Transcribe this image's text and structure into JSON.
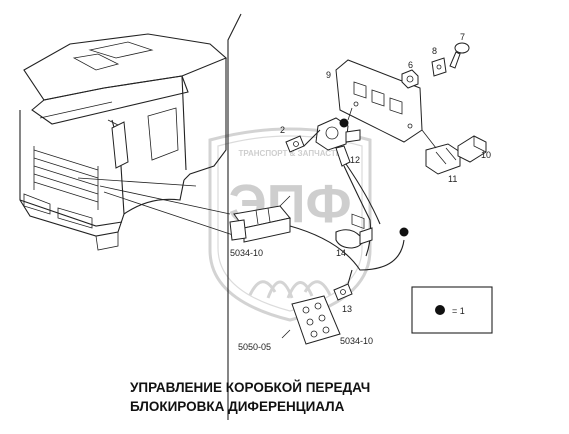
{
  "title": {
    "line1": "УПРАВЛЕНИЕ КОРОБКОЙ ПЕРЕДАЧ",
    "line2": "БЛОКИРОВКА ДИФЕРЕНЦИАЛА"
  },
  "callouts": {
    "c2": "2",
    "c6": "6",
    "c7": "7",
    "c8": "8",
    "c9": "9",
    "c10": "10",
    "c11": "11",
    "c12": "12",
    "c13": "13",
    "c14": "14",
    "ref_5034_a": "5034-10",
    "ref_5034_b": "5034-10",
    "ref_5050": "5050-05"
  },
  "legend": {
    "equals": "= 1"
  },
  "watermark": {
    "top_text": "ТРАНСПОРТ & ЗАПЧАСТИ",
    "logo": "ЭПФ"
  },
  "colors": {
    "line": "#222222",
    "watermark": "#c9c9c9",
    "background": "#ffffff"
  }
}
